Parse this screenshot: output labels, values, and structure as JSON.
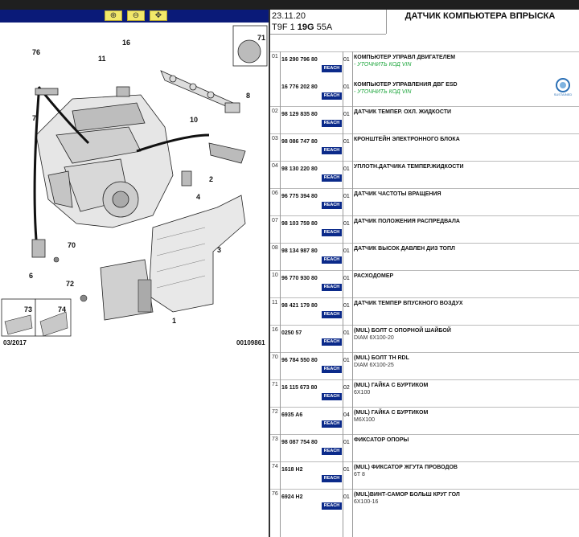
{
  "toolbar": {
    "zoom_in_icon": "zoom-in-icon",
    "zoom_out_icon": "zoom-out-icon",
    "pan_icon": "pan-icon"
  },
  "diagram": {
    "callouts": [
      "76",
      "16",
      "11",
      "7",
      "8",
      "10",
      "2",
      "4",
      "3",
      "70",
      "6",
      "72",
      "1",
      "71",
      "73",
      "74"
    ],
    "footer_date": "03/2017",
    "footer_code": "00109861"
  },
  "header": {
    "date": "23.11.20",
    "code_prefix": "T9F 1",
    "code_bold": "19G",
    "code_suffix": "55A",
    "title": "ДАТЧИК КОМПЬЮТЕРА ВПРЫСКА"
  },
  "reach_label": "REACH",
  "sustain_label": "SUSTAINED",
  "rows": [
    {
      "num": "01",
      "parts": [
        {
          "ref": "16 290 796 80",
          "qty": "01",
          "desc": "КОМПЬЮТЕР УПРАВЛ ДВИГАТЕЛЕМ",
          "note": "- УТОЧНИТЬ КОД VIN"
        },
        {
          "ref": "16 776 202 80",
          "qty": "01",
          "desc": "КОМПЬЮТЕР УПРАВЛЕНИЯ ДВГ ESD",
          "note": "- УТОЧНИТЬ КОД VIN"
        }
      ]
    },
    {
      "num": "02",
      "parts": [
        {
          "ref": "98 129 835 80",
          "qty": "01",
          "desc": "ДАТЧИК ТЕМПЕР. ОХЛ. ЖИДКОСТИ"
        }
      ]
    },
    {
      "num": "03",
      "parts": [
        {
          "ref": "98 086 747 80",
          "qty": "01",
          "desc": "КРОНШТЕЙН ЭЛЕКТРОННОГО БЛОКА"
        }
      ]
    },
    {
      "num": "04",
      "parts": [
        {
          "ref": "98 130 220 80",
          "qty": "01",
          "desc": "УПЛОТН.ДАТЧИКА ТЕМПЕР.ЖИДКОСТИ"
        }
      ]
    },
    {
      "num": "06",
      "parts": [
        {
          "ref": "96 775 394 80",
          "qty": "01",
          "desc": "ДАТЧИК ЧАСТОТЫ ВРАЩЕНИЯ"
        }
      ]
    },
    {
      "num": "07",
      "parts": [
        {
          "ref": "98 103 759 80",
          "qty": "01",
          "desc": "ДАТЧИК ПОЛОЖЕНИЯ РАСПРЕДВАЛА"
        }
      ]
    },
    {
      "num": "08",
      "parts": [
        {
          "ref": "98 134 987 80",
          "qty": "01",
          "desc": "ДАТЧИК ВЫСОК ДАВЛЕН ДИЗ ТОПЛ"
        }
      ]
    },
    {
      "num": "10",
      "parts": [
        {
          "ref": "96 770 930 80",
          "qty": "01",
          "desc": "РАСХОДОМЕР"
        }
      ]
    },
    {
      "num": "11",
      "parts": [
        {
          "ref": "98 421 179 80",
          "qty": "01",
          "desc": "ДАТЧИК ТЕМПЕР ВПУСКНОГО ВОЗДУХ"
        }
      ]
    },
    {
      "num": "16",
      "parts": [
        {
          "ref": "0250 57",
          "qty": "01",
          "desc": "(MUL) БОЛТ С ОПОРНОЙ ШАЙБОЙ",
          "sub": "DIAM 6X100-20"
        }
      ]
    },
    {
      "num": "70",
      "parts": [
        {
          "ref": "96 784 550 80",
          "qty": "01",
          "desc": "(MUL) БОЛТ TH RDL",
          "sub": "DIAM 6X100-25"
        }
      ]
    },
    {
      "num": "71",
      "parts": [
        {
          "ref": "16 115 673 80",
          "qty": "02",
          "desc": "(MUL) ГАЙКА С БУРТИКОМ",
          "sub": "6X100"
        }
      ]
    },
    {
      "num": "72",
      "parts": [
        {
          "ref": "6935 A6",
          "qty": "04",
          "desc": "(MUL) ГАЙКА С БУРТИКОМ",
          "sub": "M6X100"
        }
      ]
    },
    {
      "num": "73",
      "parts": [
        {
          "ref": "98 087 754 80",
          "qty": "01",
          "desc": "ФИКСАТОР ОПОРЫ"
        }
      ]
    },
    {
      "num": "74",
      "parts": [
        {
          "ref": "1618 H2",
          "qty": "01",
          "desc": "(MUL) ФИКСАТОР ЖГУТА ПРОВОДОВ",
          "sub": "6T 8"
        }
      ]
    },
    {
      "num": "76",
      "parts": [
        {
          "ref": "6924 H2",
          "qty": "01",
          "desc": "(MUL)ВИНТ-САМОР БОЛЬШ КРУГ ГОЛ",
          "sub": "6X100-16"
        }
      ]
    }
  ]
}
